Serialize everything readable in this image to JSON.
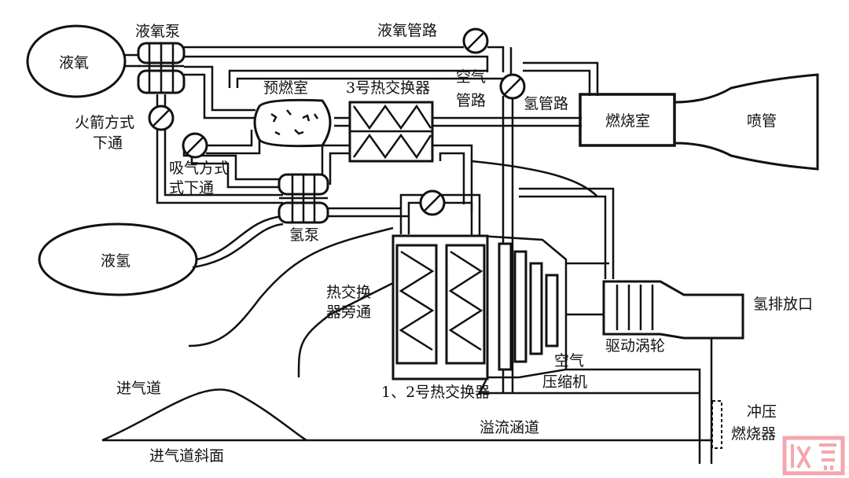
{
  "labels": {
    "lox": "液氧",
    "lox_pump": "液氧泵",
    "lox_line": "液氧管路",
    "preburner": "预燃室",
    "hx3": "3号热交换器",
    "air_line_1": "空气",
    "air_line_2": "管路",
    "h2_line": "氢管路",
    "combustor": "燃烧室",
    "nozzle": "喷管",
    "rocket_bypass_1": "火箭方式",
    "rocket_bypass_2": "下通",
    "airbreathing_bypass_1": "吸气方式",
    "airbreathing_bypass_2": "式下通",
    "h2_pump": "氢泵",
    "lh2": "液氢",
    "hx_bypass_1": "热交换",
    "hx_bypass_2": "器旁通",
    "compressor_1": "空气",
    "compressor_2": "压缩机",
    "turbine": "驱动涡轮",
    "h2_exhaust": "氢排放口",
    "hx12": "1、2号热交换器",
    "inlet": "进气道",
    "spill_duct": "溢流涵道",
    "ramjet_1": "冲压",
    "ramjet_2": "燃烧器",
    "inlet_ramp": "进气道斜面"
  },
  "colors": {
    "line": "#111111",
    "seal": "#f4a7ad"
  }
}
